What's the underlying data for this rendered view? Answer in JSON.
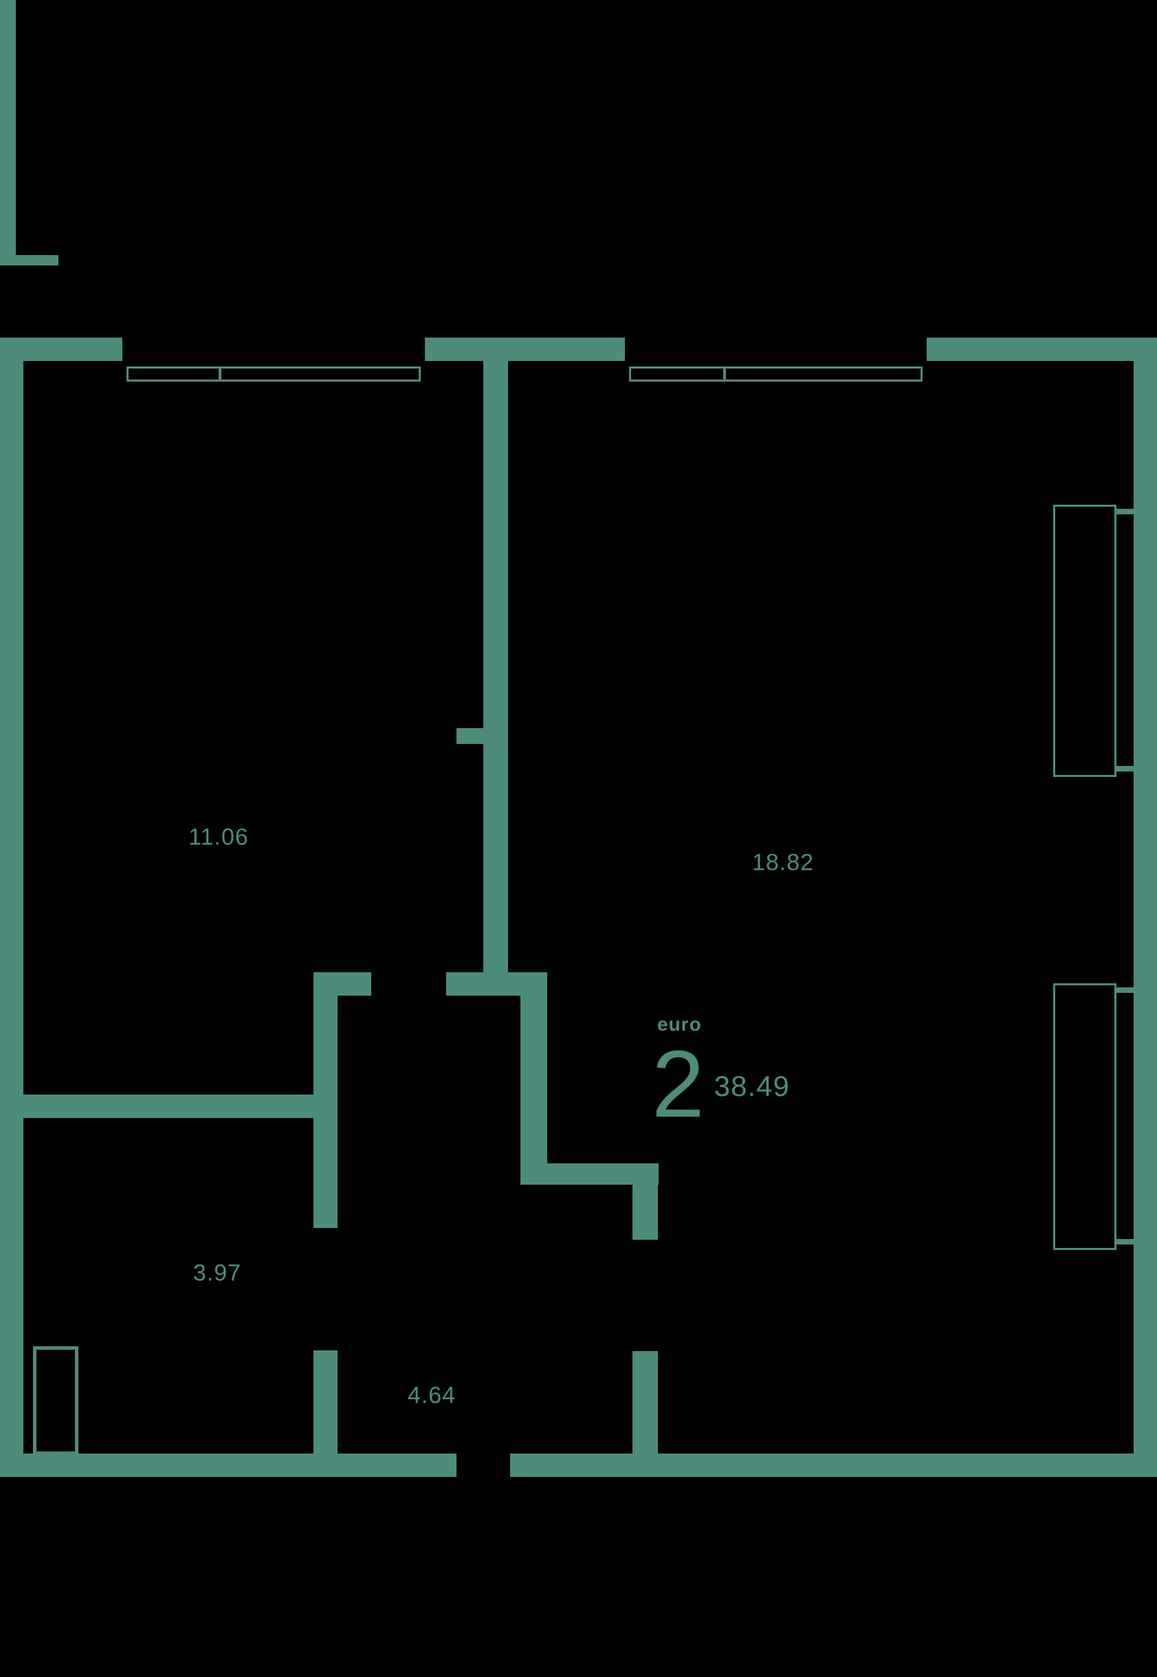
{
  "meta": {
    "background": "#000000",
    "wall_color": "#4d8c7a",
    "text_color": "#4d8c7a"
  },
  "apartment": {
    "type_label": "euro",
    "rooms_number": "2",
    "total_area": "38.49"
  },
  "rooms": [
    {
      "name": "room-living",
      "area": "11.06"
    },
    {
      "name": "room-kitchen",
      "area": "18.82"
    },
    {
      "name": "room-bathroom",
      "area": "3.97"
    },
    {
      "name": "room-hallway",
      "area": "4.64"
    }
  ]
}
